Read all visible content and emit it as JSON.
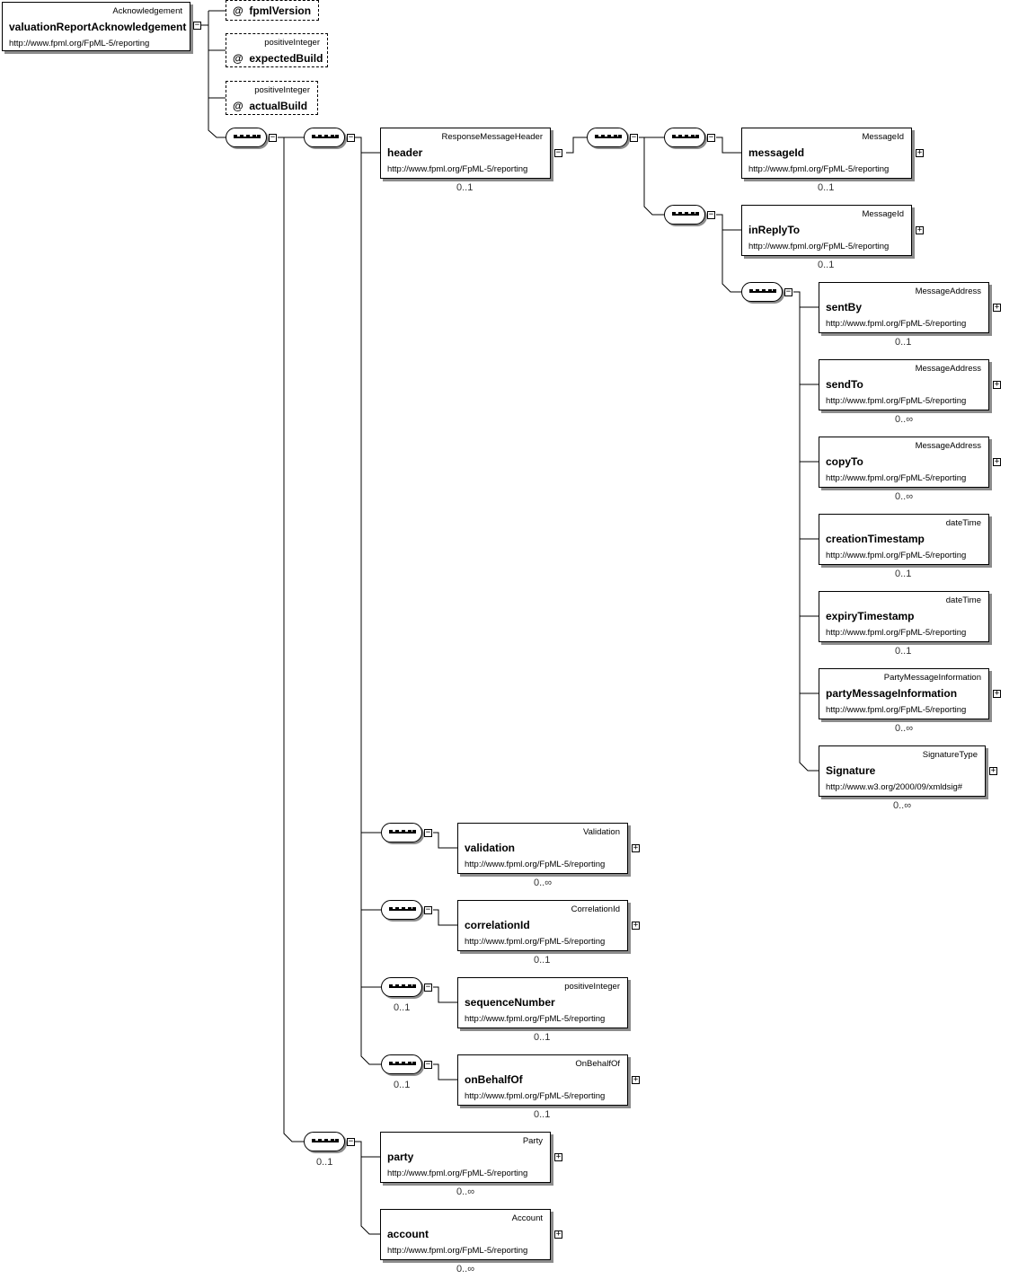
{
  "root": {
    "type": "Acknowledgement",
    "name": "valuationReportAcknowledgement",
    "namespace": "http://www.fpml.org/FpML-5/reporting"
  },
  "attributes": [
    {
      "type": "",
      "name": "fpmlVersion"
    },
    {
      "type": "positiveInteger",
      "name": "expectedBuild"
    },
    {
      "type": "positiveInteger",
      "name": "actualBuild"
    }
  ],
  "attribute_marker": "@",
  "elements": [
    {
      "id": "header",
      "type": "ResponseMessageHeader",
      "name": "header",
      "namespace": "http://www.fpml.org/FpML-5/reporting",
      "card": "0..1"
    },
    {
      "id": "messageId",
      "type": "MessageId",
      "name": "messageId",
      "namespace": "http://www.fpml.org/FpML-5/reporting",
      "card": "0..1"
    },
    {
      "id": "inReplyTo",
      "type": "MessageId",
      "name": "inReplyTo",
      "namespace": "http://www.fpml.org/FpML-5/reporting",
      "card": "0..1"
    },
    {
      "id": "sentBy",
      "type": "MessageAddress",
      "name": "sentBy",
      "namespace": "http://www.fpml.org/FpML-5/reporting",
      "card": "0..1"
    },
    {
      "id": "sendTo",
      "type": "MessageAddress",
      "name": "sendTo",
      "namespace": "http://www.fpml.org/FpML-5/reporting",
      "card": "0..∞"
    },
    {
      "id": "copyTo",
      "type": "MessageAddress",
      "name": "copyTo",
      "namespace": "http://www.fpml.org/FpML-5/reporting",
      "card": "0..∞"
    },
    {
      "id": "creationTimestamp",
      "type": "dateTime",
      "name": "creationTimestamp",
      "namespace": "http://www.fpml.org/FpML-5/reporting",
      "card": "0..1"
    },
    {
      "id": "expiryTimestamp",
      "type": "dateTime",
      "name": "expiryTimestamp",
      "namespace": "http://www.fpml.org/FpML-5/reporting",
      "card": "0..1"
    },
    {
      "id": "partyMessageInformation",
      "type": "PartyMessageInformation",
      "name": "partyMessageInformation",
      "namespace": "http://www.fpml.org/FpML-5/reporting",
      "card": "0..∞"
    },
    {
      "id": "Signature",
      "type": "SignatureType",
      "name": "Signature",
      "namespace": "http://www.w3.org/2000/09/xmldsig#",
      "card": "0..∞"
    },
    {
      "id": "validation",
      "type": "Validation",
      "name": "validation",
      "namespace": "http://www.fpml.org/FpML-5/reporting",
      "card": "0..∞"
    },
    {
      "id": "correlationId",
      "type": "CorrelationId",
      "name": "correlationId",
      "namespace": "http://www.fpml.org/FpML-5/reporting",
      "card": "0..1"
    },
    {
      "id": "sequenceNumber",
      "type": "positiveInteger",
      "name": "sequenceNumber",
      "namespace": "http://www.fpml.org/FpML-5/reporting",
      "card": "0..1"
    },
    {
      "id": "onBehalfOf",
      "type": "OnBehalfOf",
      "name": "onBehalfOf",
      "namespace": "http://www.fpml.org/FpML-5/reporting",
      "card": "0..1"
    },
    {
      "id": "party",
      "type": "Party",
      "name": "party",
      "namespace": "http://www.fpml.org/FpML-5/reporting",
      "card": "0..∞"
    },
    {
      "id": "account",
      "type": "Account",
      "name": "account",
      "namespace": "http://www.fpml.org/FpML-5/reporting",
      "card": "0..∞"
    }
  ],
  "sequence_cardinalities": {
    "sequenceNumber": "0..1",
    "onBehalfOf": "0..1",
    "party_account": "0..1"
  },
  "toggle_glyphs": {
    "collapse": "−",
    "expand": "+"
  }
}
